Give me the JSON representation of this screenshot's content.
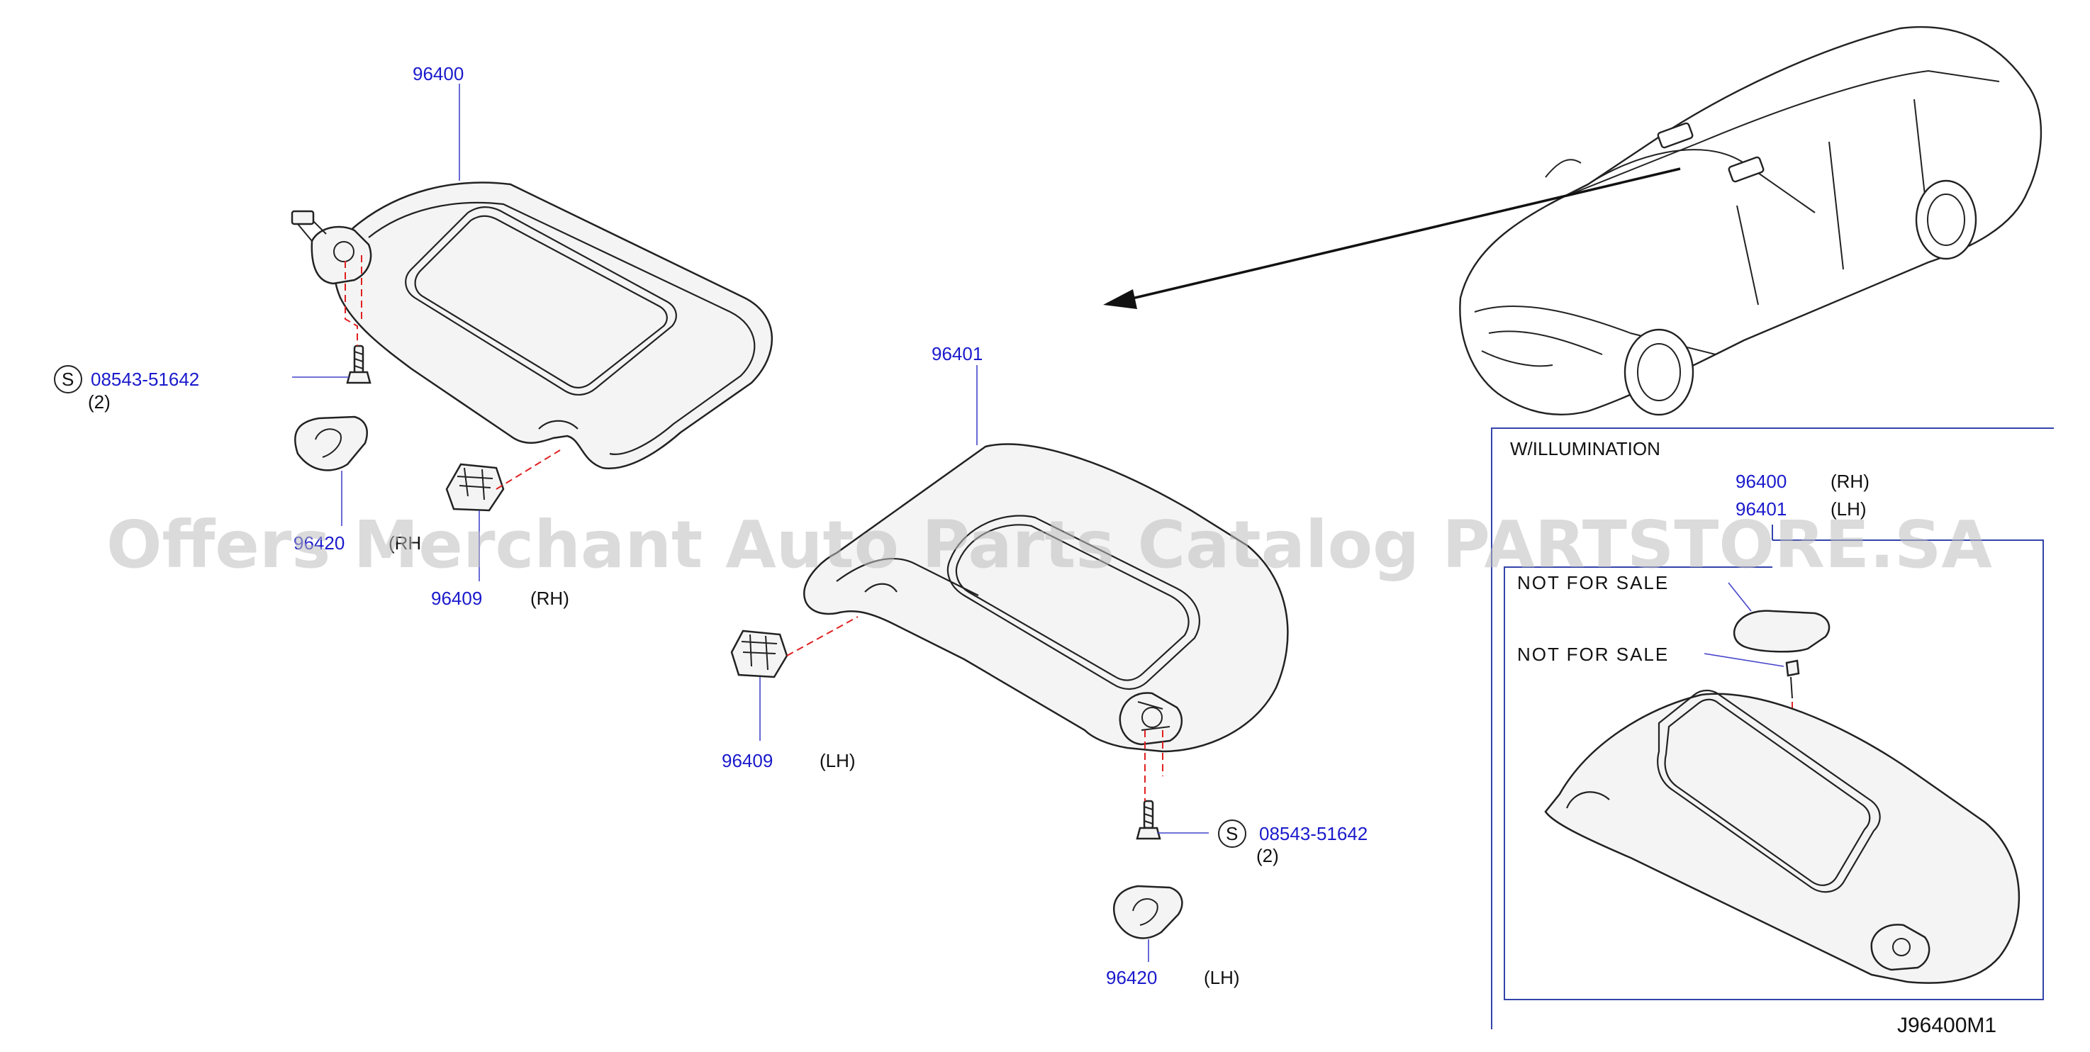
{
  "parts": {
    "visor_rh": {
      "number": "96400"
    },
    "visor_lh": {
      "number": "96401"
    },
    "screw_rh": {
      "number": "08543-51642",
      "qty": "(2)",
      "symbol": "S"
    },
    "screw_lh": {
      "number": "08543-51642",
      "qty": "(2)",
      "symbol": "S"
    },
    "cover_rh": {
      "number": "96420",
      "side": "(RH"
    },
    "holder_rh": {
      "number": "96409",
      "side": "(RH)"
    },
    "holder_lh": {
      "number": "96409",
      "side": "(LH)"
    },
    "cover_lh": {
      "number": "96420",
      "side": "(LH)"
    }
  },
  "inset": {
    "title": "W/ILLUMINATION",
    "rows": [
      {
        "number": "96400",
        "side": "(RH)"
      },
      {
        "number": "96401",
        "side": "(LH)"
      }
    ],
    "not_for_sale_1": "NOT  FOR  SALE",
    "not_for_sale_2": "NOT  FOR  SALE"
  },
  "diagram_code": "J96400M1",
  "watermark": "Offers Merchant Auto Parts Catalog PARTSTORE.SA",
  "colors": {
    "part_number": "#1a1acc",
    "dashed": "#e02020",
    "frame": "#3344aa"
  }
}
